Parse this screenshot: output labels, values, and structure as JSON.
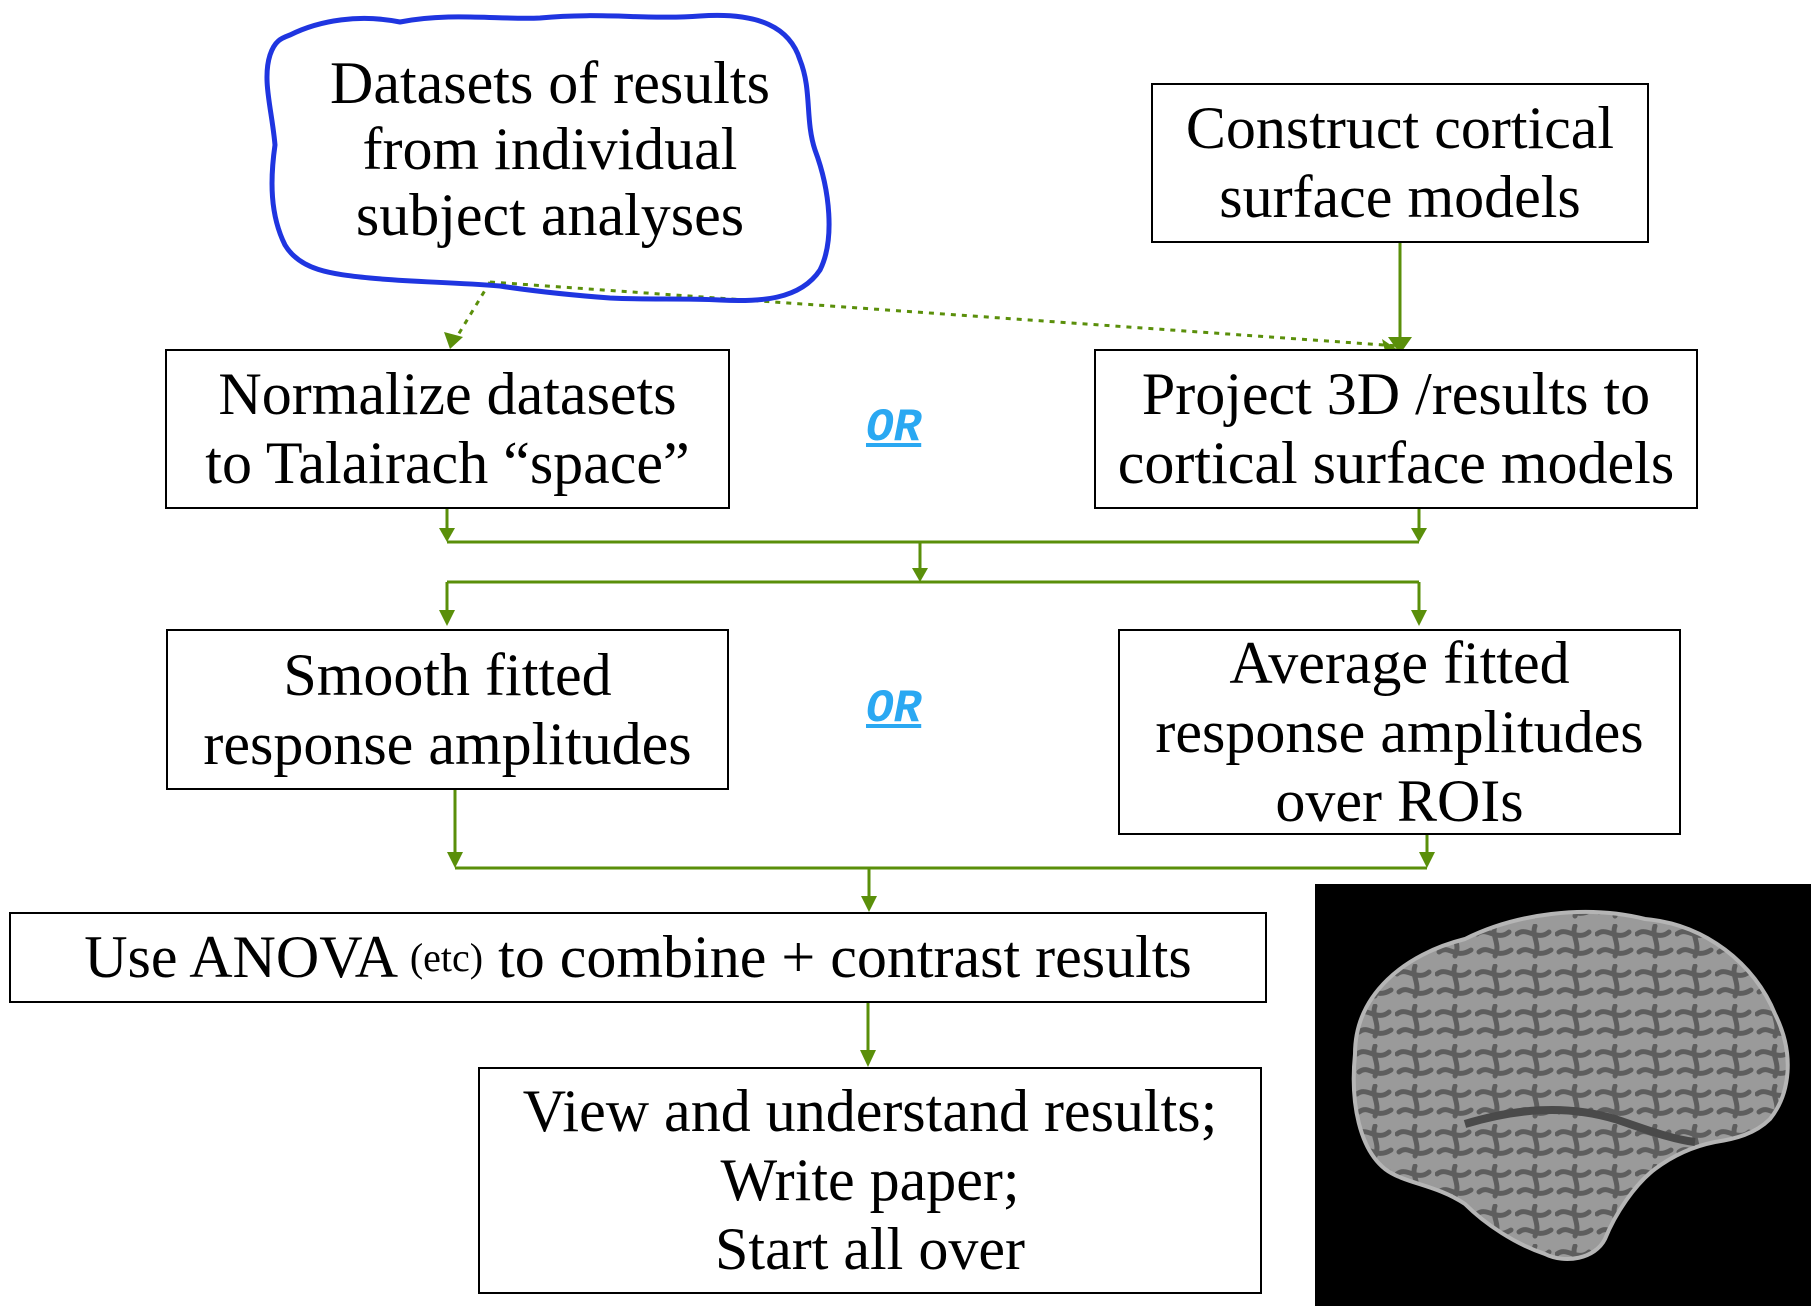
{
  "source_node": {
    "lines": [
      "Datasets of results",
      "from individual",
      "subject analyses"
    ]
  },
  "nodes": {
    "construct": {
      "lines": [
        "Construct cortical",
        "surface models"
      ]
    },
    "normalize": {
      "lines": [
        "Normalize datasets",
        "to Talairach “space”"
      ]
    },
    "project": {
      "lines": [
        "Project 3D /results to",
        "cortical surface models"
      ]
    },
    "smooth": {
      "lines": [
        "Smooth fitted",
        "response amplitudes"
      ]
    },
    "average": {
      "lines": [
        "Average fitted",
        "response amplitudes",
        "over ROIs"
      ]
    },
    "anova": {
      "prefix": "Use ANOVA ",
      "small": "(etc)",
      "suffix": " to combine + contrast results"
    },
    "view": {
      "lines": [
        "View and understand results;",
        "Write paper;",
        "Start all over"
      ]
    }
  },
  "or_labels": [
    "OR",
    "OR"
  ],
  "colors": {
    "arrow": "#5a8f0a",
    "cloud": "#1f35e0",
    "or_text": "#2aa8f2",
    "brain_bg": "#000000",
    "brain_surface": "#9a9a9a"
  },
  "icons": {
    "brain": "cortical-surface-image"
  }
}
